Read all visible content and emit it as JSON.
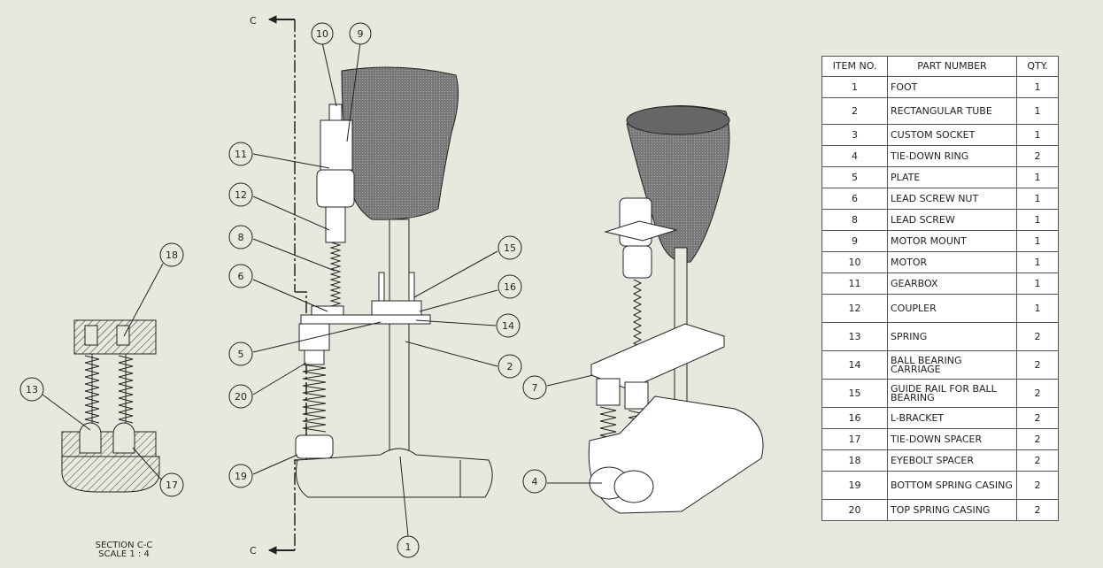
{
  "bom": {
    "headers": [
      "ITEM NO.",
      "PART NUMBER",
      "QTY."
    ],
    "rows": [
      {
        "item": "1",
        "part": "FOOT",
        "qty": "1"
      },
      {
        "item": "2",
        "part": "RECTANGULAR TUBE",
        "qty": "1"
      },
      {
        "item": "3",
        "part": "CUSTOM SOCKET",
        "qty": "1"
      },
      {
        "item": "4",
        "part": "TIE-DOWN RING",
        "qty": "2"
      },
      {
        "item": "5",
        "part": "PLATE",
        "qty": "1"
      },
      {
        "item": "6",
        "part": "LEAD SCREW NUT",
        "qty": "1"
      },
      {
        "item": "8",
        "part": "LEAD SCREW",
        "qty": "1"
      },
      {
        "item": "9",
        "part": "MOTOR MOUNT",
        "qty": "1"
      },
      {
        "item": "10",
        "part": "MOTOR",
        "qty": "1"
      },
      {
        "item": "11",
        "part": "GEARBOX",
        "qty": "1"
      },
      {
        "item": "12",
        "part": "COUPLER",
        "qty": "1"
      },
      {
        "item": "13",
        "part": "SPRING",
        "qty": "2"
      },
      {
        "item": "14",
        "part": "BALL BEARING CARRIAGE",
        "qty": "2"
      },
      {
        "item": "15",
        "part": "GUIDE RAIL FOR BALL BEARING",
        "qty": "2"
      },
      {
        "item": "16",
        "part": "L-BRACKET",
        "qty": "2"
      },
      {
        "item": "17",
        "part": "TIE-DOWN SPACER",
        "qty": "2"
      },
      {
        "item": "18",
        "part": "EYEBOLT SPACER",
        "qty": "2"
      },
      {
        "item": "19",
        "part": "BOTTOM SPRING CASING",
        "qty": "2"
      },
      {
        "item": "20",
        "part": "TOP SPRING CASING",
        "qty": "2"
      }
    ]
  },
  "section_label": "C",
  "caption": {
    "line1": "SECTION C-C",
    "line2": "SCALE 1 : 4"
  },
  "balloons": [
    "10",
    "9",
    "11",
    "12",
    "8",
    "6",
    "5",
    "20",
    "19",
    "15",
    "16",
    "14",
    "2",
    "1",
    "18",
    "13",
    "17",
    "7",
    "4"
  ],
  "colors": {
    "background": "#e9e8de",
    "socket": "#7a7a7a",
    "line": "#222222"
  }
}
